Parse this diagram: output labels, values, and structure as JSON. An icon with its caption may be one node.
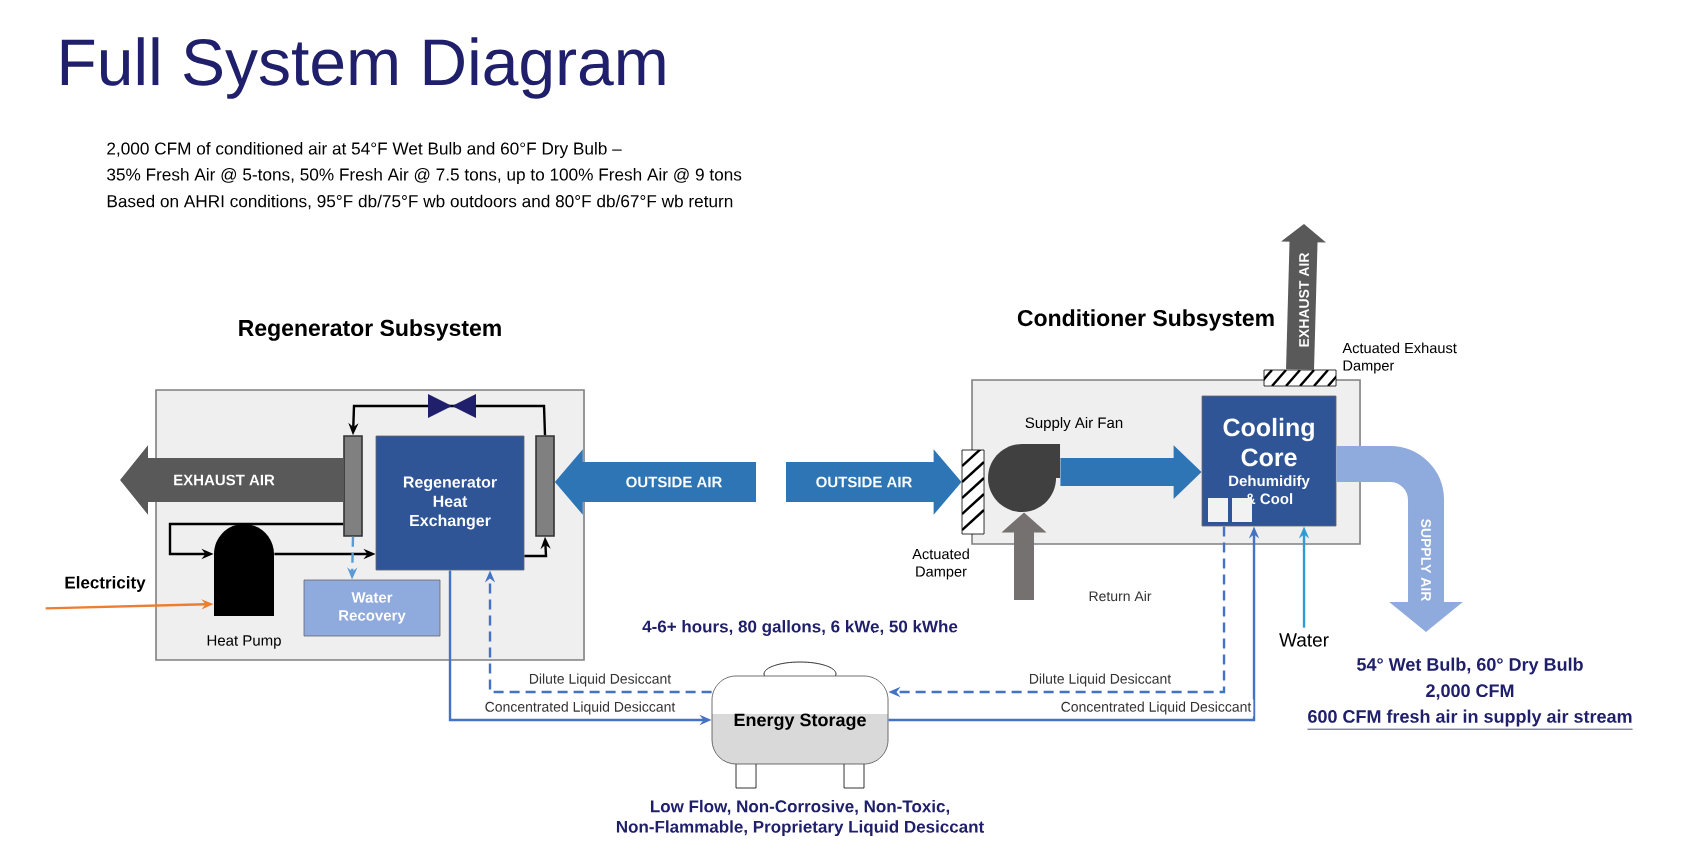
{
  "diagram": {
    "title": "Full System Diagram",
    "nodes": [
      {
        "text": [
          "Regenerator Subsystem"
        ]
      },
      {
        "text": [
          "Regenerator Heat Exchanger"
        ],
        "in": 0
      },
      {
        "text": [
          "Heat Pump"
        ],
        "in": 0
      },
      {
        "text": [
          "Water Recovery"
        ],
        "in": 0
      },
      {
        "text": [
          "Conditioner Subsystem"
        ]
      },
      {
        "text": [
          "Supply Air Fan"
        ],
        "in": 4
      },
      {
        "text": [
          "Cooling Core",
          "Dehumidify & Cool"
        ],
        "in": 4
      },
      {
        "text": [
          "Energy Storage"
        ],
        "beside": [
          "4-6+ hours, 80 gallons, 6 kWe, 50 kWhe",
          "Low Flow, Non-Corrosive, Non-Toxic, Non-Flammable, Proprietary Liquid Desiccant"
        ]
      },
      {
        "text": [
          "Electricity"
        ]
      },
      {
        "text": [
          "Water"
        ]
      },
      {
        "text": [
          "Actuated Damper"
        ]
      },
      {
        "text": [
          "Actuated Exhaust Damper"
        ]
      },
      {
        "text": [],
        "shape": "bar",
        "in": 0
      },
      {
        "text": [],
        "shape": "bar",
        "in": 0
      }
    ],
    "edges": [
      {
        "from": 8,
        "to": 2,
        "arrow": "to",
        "color": "#ed7d31"
      },
      {
        "from": 12,
        "to": 2,
        "arrow": "to",
        "color": "#000000"
      },
      {
        "from": 2,
        "to": 1,
        "arrow": "to",
        "color": "#000000"
      },
      {
        "from": 1,
        "to": 13,
        "arrow": "to",
        "color": "#000000"
      },
      {
        "from": 13,
        "to": 12,
        "arrow": "to",
        "color": "#000000"
      },
      {
        "from": 12,
        "to": 3,
        "arrow": "to",
        "style": "dashed",
        "color": "#5b9bd5"
      },
      {
        "from": 1,
        "to": 7,
        "arrow": "to",
        "label": "Concentrated Liquid Desiccant",
        "color": "#4472c4"
      },
      {
        "from": 7,
        "to": 1,
        "arrow": "to",
        "label": "Dilute Liquid Desiccant",
        "style": "dashed",
        "color": "#4472c4"
      },
      {
        "from": 6,
        "to": 7,
        "arrow": "to",
        "label": "Dilute Liquid Desiccant",
        "style": "dashed",
        "color": "#4472c4"
      },
      {
        "from": 7,
        "to": 6,
        "arrow": "to",
        "label": "Concentrated Liquid Desiccant",
        "color": "#4472c4"
      },
      {
        "from": 9,
        "to": 6,
        "arrow": "to",
        "color": "#2e9bd6"
      },
      {
        "from": 5,
        "to": 6,
        "arrow": "to",
        "style": "thick",
        "color": "#2e75b6"
      },
      {
        "from": null,
        "to": 5,
        "arrow": "to",
        "label": "Return Air",
        "style": "thick",
        "color": "#767171"
      },
      {
        "from": 12,
        "to": null,
        "arrow": "to",
        "label": "EXHAUST AIR",
        "style": "thick",
        "color": "#595959"
      },
      {
        "from": null,
        "to": 13,
        "arrow": "to",
        "label": "OUTSIDE AIR",
        "style": "thick",
        "color": "#2e75b6"
      },
      {
        "from": null,
        "to": 10,
        "arrow": "to",
        "label": "OUTSIDE AIR",
        "style": "thick",
        "color": "#2e75b6"
      },
      {
        "from": 11,
        "to": null,
        "arrow": "to",
        "label": "EXHAUST AIR",
        "style": "thick",
        "color": "#595959"
      },
      {
        "from": 6,
        "to": null,
        "arrow": "to",
        "label": "SUPPLY AIR",
        "style": "thick",
        "color": "#8faadc"
      }
    ],
    "labels": [
      "2,000 CFM of conditioned air at 54°F Wet Bulb and 60°F Dry Bulb –",
      "35% Fresh Air @ 5-tons, 50% Fresh Air @ 7.5 tons, up to 100% Fresh Air @ 9 tons",
      "Based on AHRI conditions, 95°F db/75°F wb outdoors and 80°F db/67°F wb return",
      "54° Wet Bulb, 60° Dry Bulb",
      "2,000 CFM",
      "600 CFM fresh air in supply air stream"
    ]
  }
}
